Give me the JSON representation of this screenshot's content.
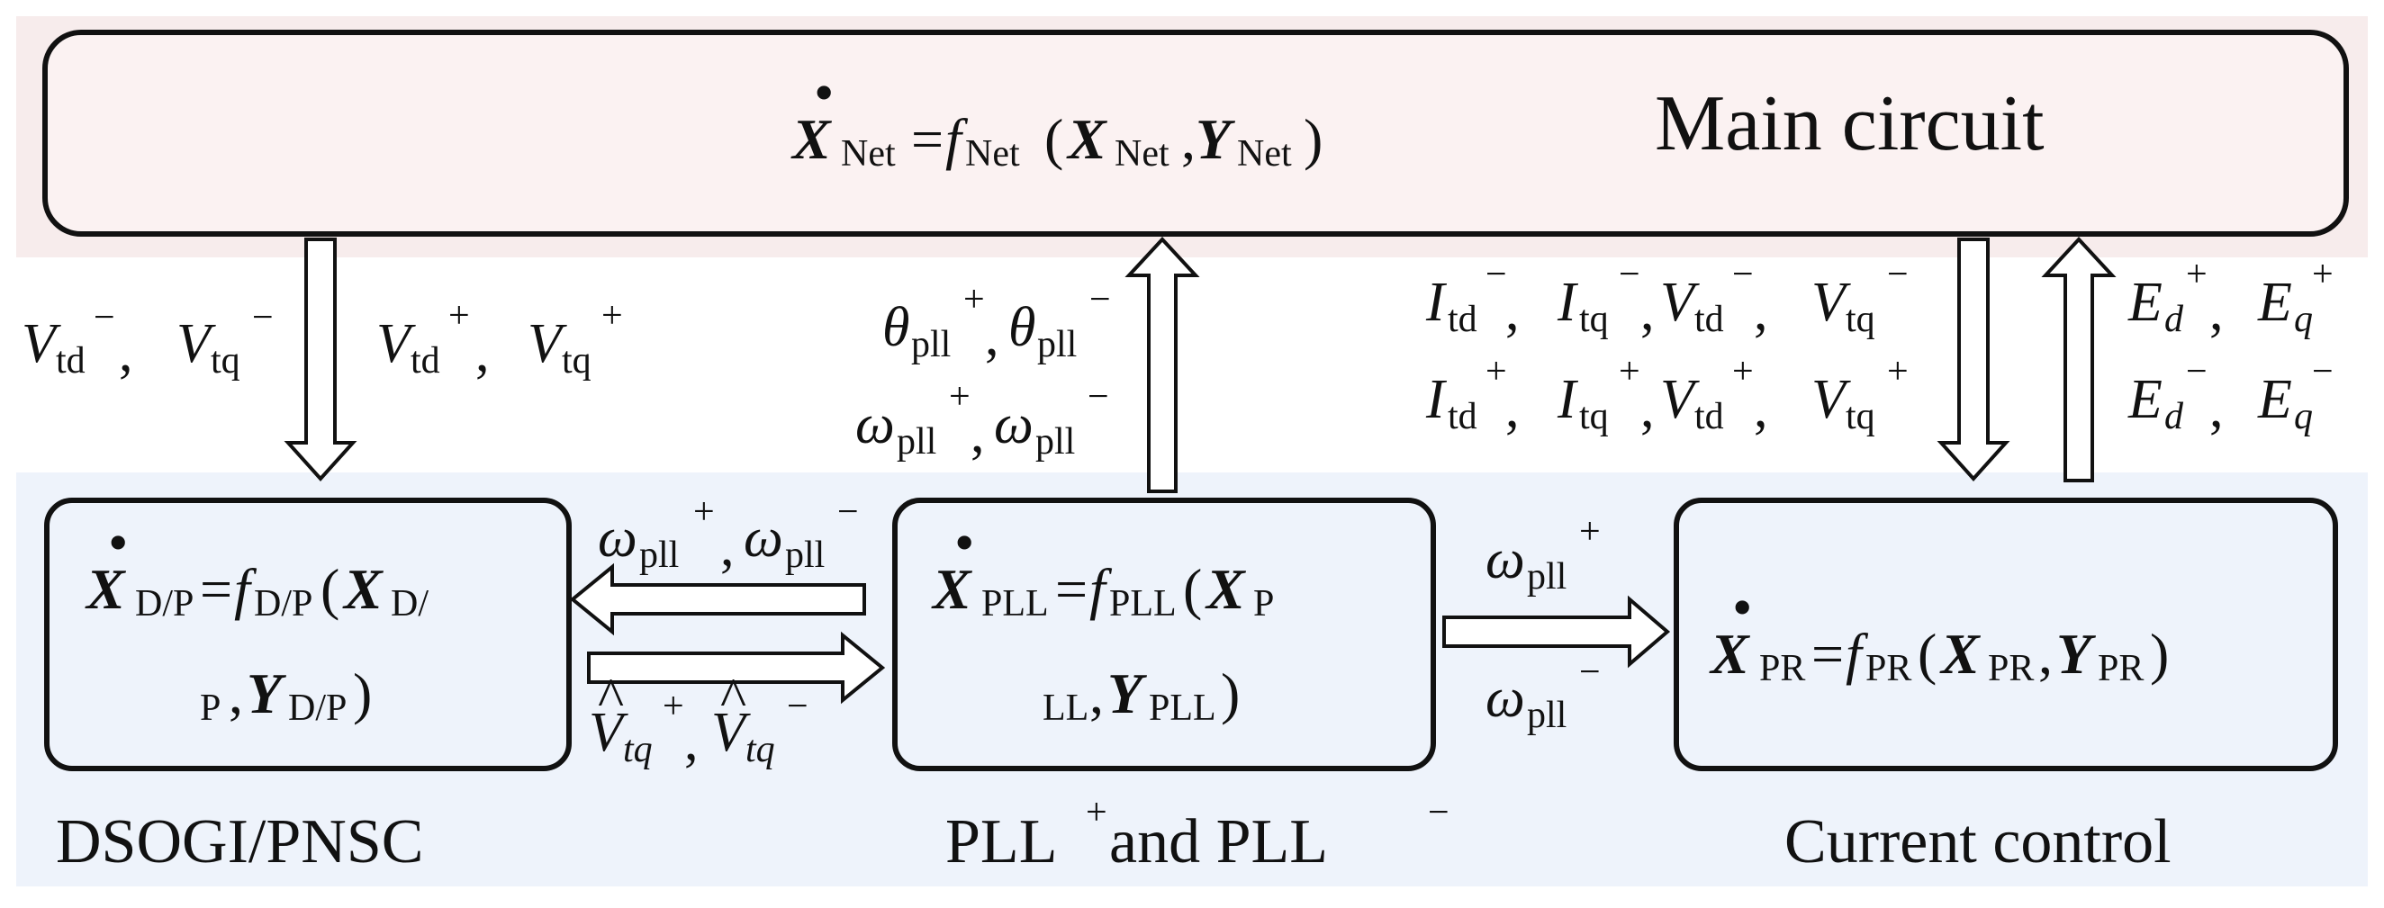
{
  "colors": {
    "top_band": "#f7ecec",
    "bottom_band": "#eef3fb",
    "top_box_fill": "#fbf2f2",
    "bottom_box_fill": "#eef3fb",
    "stroke": "#111111"
  },
  "main_circuit": {
    "title": "Main circuit",
    "equation": {
      "X": "X",
      "dot": "•",
      "sub": "Net",
      "eq": "=",
      "f": "f",
      "open": "(",
      "comma": ",",
      "Y": "Y",
      "close": ")"
    }
  },
  "dsogi": {
    "caption": "DSOGI/PNSC",
    "eq_line1": {
      "X": "X",
      "sub": "D/P",
      "eq": "=",
      "f": "f",
      "open": "(",
      "X2": "X",
      "sub_part": "D/"
    },
    "eq_line2": {
      "sub_rest": "P",
      "comma": ",",
      "Y": "Y",
      "close": ")"
    }
  },
  "pll": {
    "caption_main": "PLL",
    "caption_sup_plus": "+",
    "caption_and": " and PLL",
    "caption_sup_minus": "−",
    "eq_line1": {
      "X": "X",
      "sub": "PLL",
      "eq": "=",
      "f": "f",
      "open": "(",
      "X2": "X",
      "sub_part": "P"
    },
    "eq_line2": {
      "sub_rest": "LL",
      "comma": ",",
      "Y": "Y",
      "close": ")"
    }
  },
  "current_control": {
    "caption": "Current control",
    "equation": {
      "X": "X",
      "sub": "PR",
      "eq": "=",
      "f": "f",
      "open": "(",
      "comma": ",",
      "Y": "Y",
      "close": ")"
    }
  },
  "signals": {
    "v_neg": {
      "V": "V",
      "td": "td",
      "tq": "tq",
      "sup": "−",
      "sep": ",  "
    },
    "v_pos": {
      "V": "V",
      "td": "td",
      "tq": "tq",
      "sup": "+",
      "sep": ",  "
    },
    "theta": {
      "sym": "θ",
      "sub": "pll",
      "plus": "+",
      "minus": "−",
      "sep": ", "
    },
    "omega": {
      "sym": "ω",
      "sub": "pll",
      "plus": "+",
      "minus": "−",
      "sep": ", "
    },
    "i_neg": {
      "I": "I",
      "V": "V",
      "td": "td",
      "tq": "tq",
      "sup": "−",
      "sep": ",  "
    },
    "i_pos": {
      "I": "I",
      "V": "V",
      "td": "td",
      "tq": "tq",
      "sup": "+",
      "sep": ",  "
    },
    "e_pos": {
      "E": "E",
      "d": "d",
      "q": "q",
      "sup": "+",
      "sep": ",  "
    },
    "e_neg": {
      "E": "E",
      "d": "d",
      "q": "q",
      "sup": "−",
      "sep": ",  "
    },
    "vhat": {
      "V": "V",
      "hat": "^",
      "tq": "tq",
      "plus": "+",
      "minus": "−",
      "sep": ", "
    }
  }
}
